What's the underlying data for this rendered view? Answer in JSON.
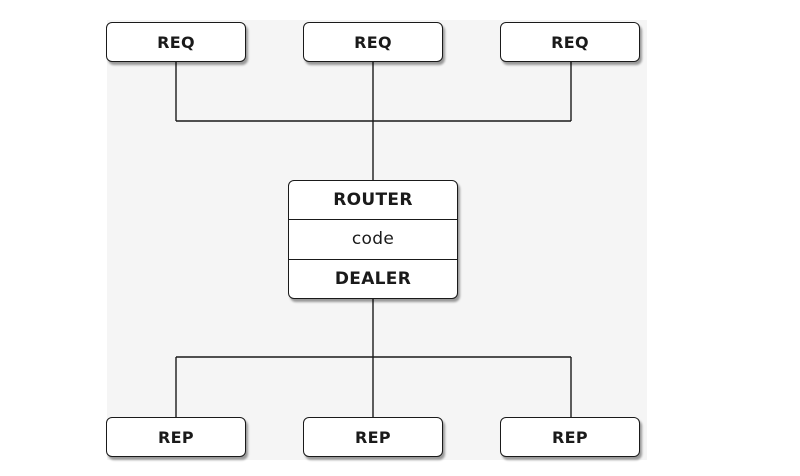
{
  "diagram": {
    "clients": [
      {
        "label": "REQ"
      },
      {
        "label": "REQ"
      },
      {
        "label": "REQ"
      }
    ],
    "broker": {
      "frontend": "ROUTER",
      "middle": "code",
      "backend": "DEALER"
    },
    "workers": [
      {
        "label": "REP"
      },
      {
        "label": "REP"
      },
      {
        "label": "REP"
      }
    ]
  },
  "colors": {
    "line": "#1a1a1a",
    "background": "#f5f5f5",
    "box_fill": "#ffffff"
  }
}
